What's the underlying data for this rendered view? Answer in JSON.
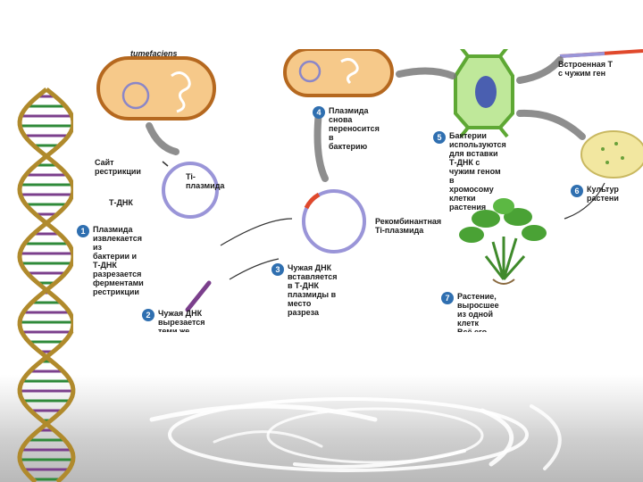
{
  "diagram": {
    "organism_label": "tumefaciens",
    "restriction_site_label": "Сайт\nрестрикции",
    "ti_plasmid_label": "Ti-\nплазмида",
    "t_dna_label": "Т-ДНК",
    "recombinant_label": "Рекомбинантная\nTi-плазмида",
    "embedded_label": "Встроенная Т\nс чужим ген",
    "steps": [
      {
        "number": "1",
        "text": "Плазмида извлекается из\nбактерии и Т-ДНК\nразрезается ферментами\nрестрикции"
      },
      {
        "number": "2",
        "text": "Чужая ДНК вырезается\nтеми же ферментами"
      },
      {
        "number": "3",
        "text": "Чужая ДНК вставляется\nв Т-ДНК плазмиды в место\nразреза"
      },
      {
        "number": "4",
        "text": "Плазмида снова\nпереносится в\nбактерию"
      },
      {
        "number": "5",
        "text": "Бактерии используются\nдля вставки Т-ДНК с\nчужим геном в\nхромосому клетки\nрастения"
      },
      {
        "number": "6",
        "text": "Культур\nрастени"
      },
      {
        "number": "7",
        "text": "Растение, выросшее из одной клетк\nВсё его клетки содержат чужую ДН\nи за счёт её экспрессии обладают"
      }
    ]
  },
  "colors": {
    "step_badge": "#2f6fb0",
    "bacterium_fill": "#f6c98a",
    "bacterium_border": "#b5681f",
    "plasmid": "#9a95d8",
    "foreign_dna": "#e0492c",
    "plant_cell": "#7bc24a",
    "plant": "#3f8a2b",
    "helix_rung_purple": "#7b3f8c",
    "helix_rung_green": "#2f8a3a",
    "helix_backbone": "#b08a2c"
  }
}
